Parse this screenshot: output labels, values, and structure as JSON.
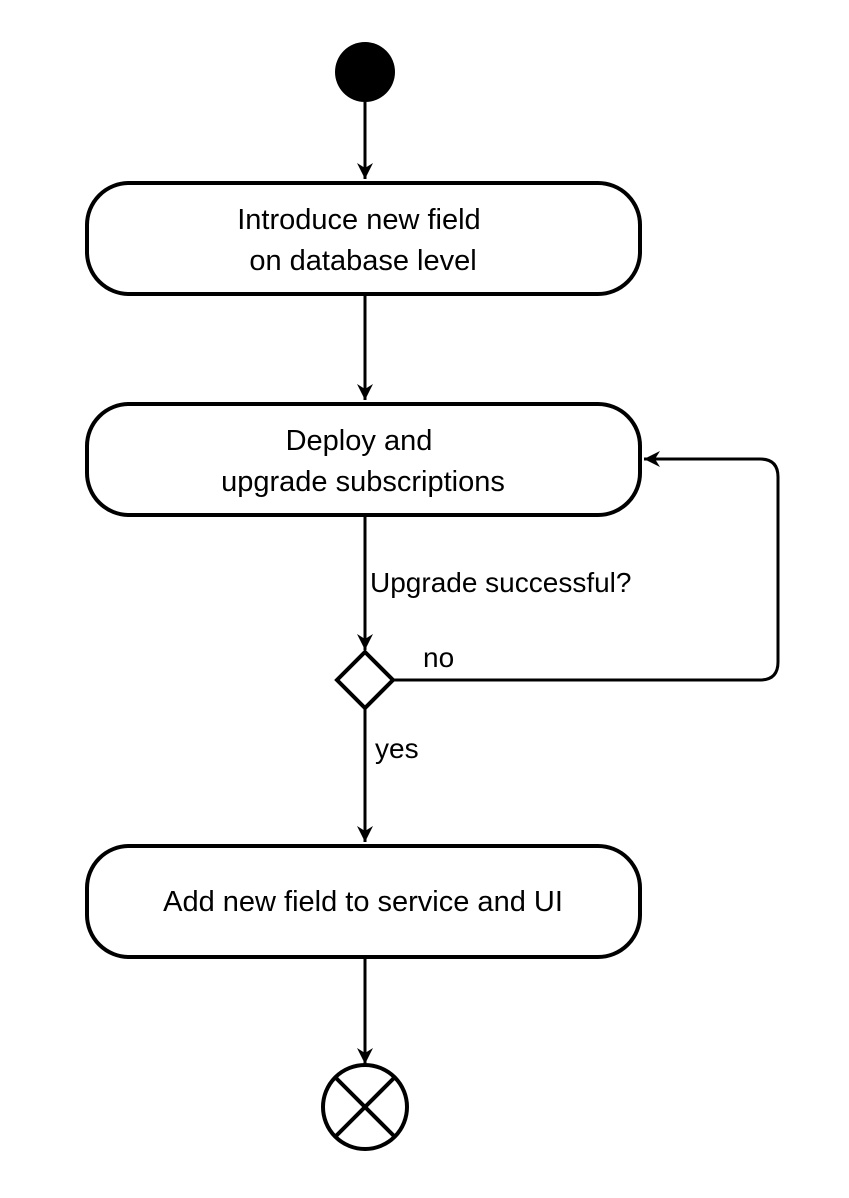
{
  "diagram": {
    "type": "activity",
    "colors": {
      "stroke": "#000000",
      "fill": "#ffffff",
      "start_node": "#000000"
    },
    "nodes": {
      "start": {
        "kind": "initial"
      },
      "action_1": {
        "kind": "action",
        "lines": [
          "Introduce new field",
          "on database level"
        ]
      },
      "action_2": {
        "kind": "action",
        "lines": [
          "Deploy and",
          "upgrade subscriptions"
        ]
      },
      "decision": {
        "kind": "decision"
      },
      "action_3": {
        "kind": "action",
        "lines": [
          "Add new field to service and UI"
        ]
      },
      "end": {
        "kind": "final"
      }
    },
    "edges": [
      {
        "from": "start",
        "to": "action_1",
        "label": ""
      },
      {
        "from": "action_1",
        "to": "action_2",
        "label": ""
      },
      {
        "from": "action_2",
        "to": "decision",
        "label": "Upgrade successful?"
      },
      {
        "from": "decision",
        "to": "action_2",
        "label": "no"
      },
      {
        "from": "decision",
        "to": "action_3",
        "label": "yes"
      },
      {
        "from": "action_3",
        "to": "end",
        "label": ""
      }
    ]
  }
}
